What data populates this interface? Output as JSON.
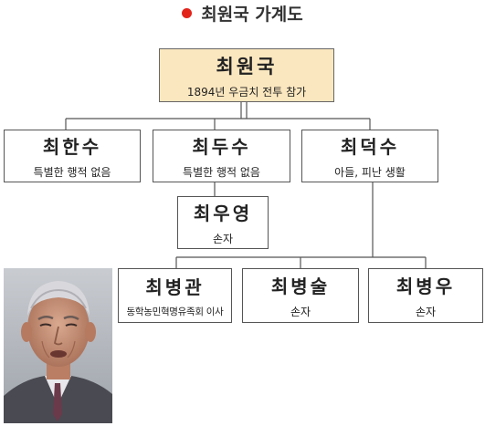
{
  "title": "최원국 가계도",
  "colors": {
    "bullet": "#e2231a",
    "root_fill": "#fbe7bf",
    "box_border": "#555555",
    "line": "#555555"
  },
  "family_tree": {
    "root": {
      "name": "최원국",
      "desc": "1894년 우금치 전투 참가"
    },
    "sons": [
      {
        "name": "최한수",
        "desc": "특별한 행적 없음"
      },
      {
        "name": "최두수",
        "desc": "특별한 행적 없음"
      },
      {
        "name": "최덕수",
        "desc": "아들, 피난 생활"
      }
    ],
    "grandson_of_dusu": {
      "name": "최우영",
      "desc": "손자"
    },
    "grandsons_of_deoksu": [
      {
        "name": "최병관",
        "desc": "동학농민혁명유족회 이사"
      },
      {
        "name": "최병술",
        "desc": "손자"
      },
      {
        "name": "최병우",
        "desc": "손자"
      }
    ]
  },
  "photo": {
    "subject": "portrait-photo"
  }
}
